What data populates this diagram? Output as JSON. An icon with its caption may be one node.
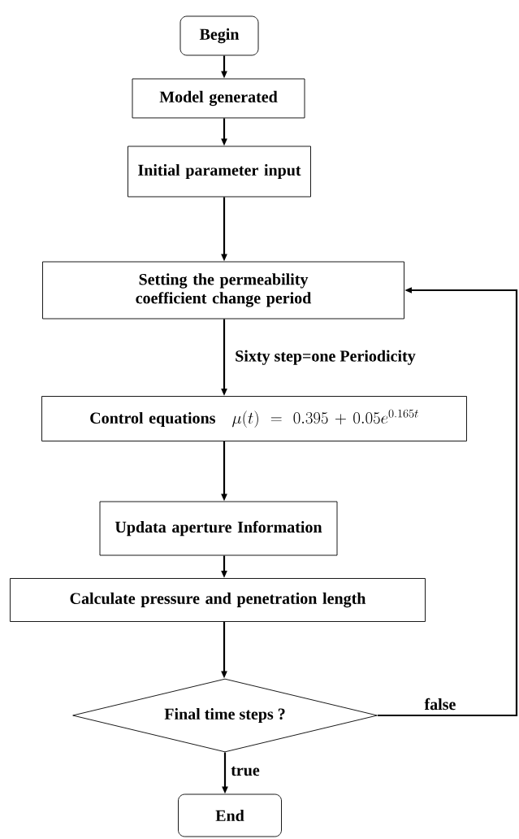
{
  "diagram": {
    "nodes": [
      {
        "text": [
          "Begin"
        ]
      },
      {
        "text": [
          "Model generated"
        ]
      },
      {
        "text": [
          "Initial parameter input"
        ]
      },
      {
        "text": [
          "Setting the permeability coefficient change period"
        ]
      },
      {
        "text": [
          "Control equations",
          "\\mu(t) = 0.395 + 0.05e^{0.165t}"
        ]
      },
      {
        "text": [
          "Updata aperture Information"
        ]
      },
      {
        "text": [
          "Calculate pressure and penetration length"
        ]
      },
      {
        "text": [
          "Final time steps ?"
        ]
      },
      {
        "text": [
          "End"
        ]
      }
    ],
    "edges": [
      {
        "from": 0,
        "to": 1,
        "arrow": "to"
      },
      {
        "from": 1,
        "to": 2,
        "arrow": "to"
      },
      {
        "from": 2,
        "to": 3,
        "arrow": "to"
      },
      {
        "from": 3,
        "to": 4,
        "arrow": "to",
        "label": "Sixty step=one Periodicity"
      },
      {
        "from": 4,
        "to": 5,
        "arrow": "to"
      },
      {
        "from": 5,
        "to": 6,
        "arrow": "to"
      },
      {
        "from": 6,
        "to": 7,
        "arrow": "to"
      },
      {
        "from": 7,
        "to": 8,
        "arrow": "to",
        "label": "true"
      },
      {
        "from": 7,
        "to": 3,
        "arrow": "to",
        "label": "false"
      }
    ]
  }
}
